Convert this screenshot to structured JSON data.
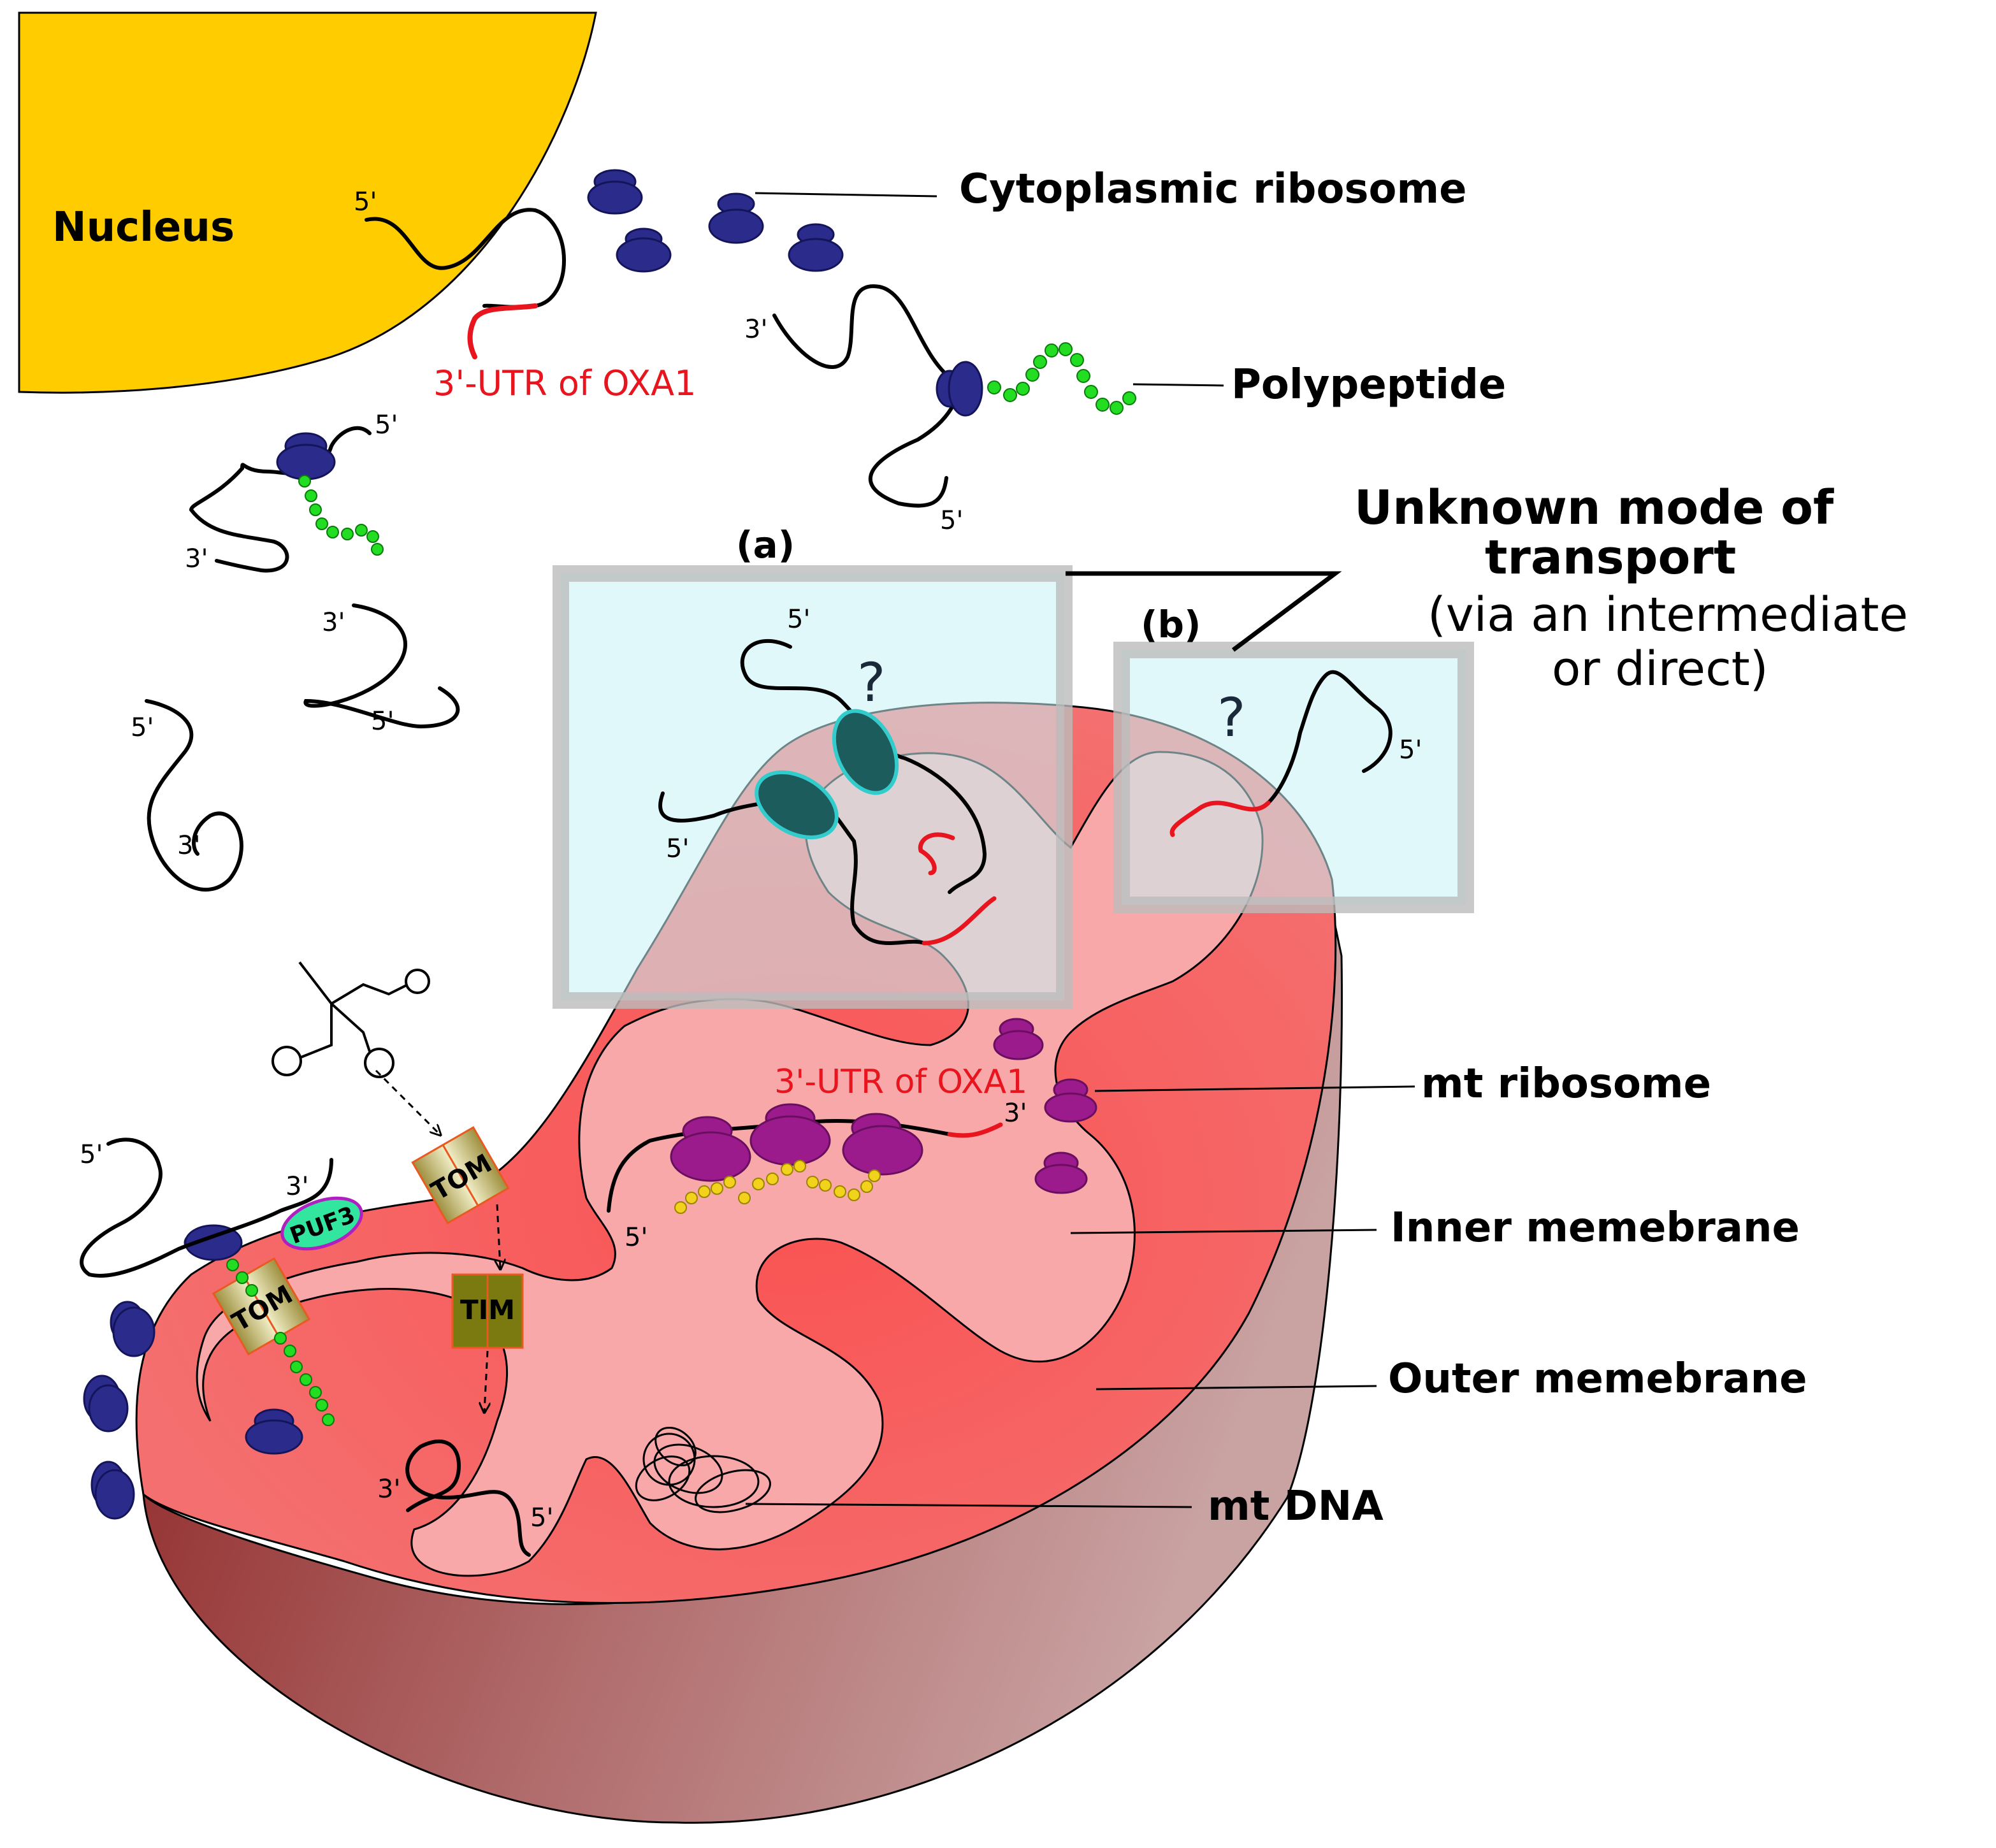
{
  "labels": {
    "nucleus": "Nucleus",
    "cytoplasmic_ribosome": "Cytoplasmic ribosome",
    "polypeptide": "Polypeptide",
    "utr_top": "3'-UTR of OXA1",
    "utr_inner": "3'-UTR of OXA1",
    "unknown_line1": "Unknown mode of",
    "unknown_line2": "transport",
    "unknown_line3": "(via an intermediate",
    "unknown_line4": "or direct)",
    "panel_a": "(a)",
    "panel_b": "(b)",
    "mt_ribosome": "mt ribosome",
    "inner_membrane": "Inner memebrane",
    "outer_membrane": "Outer memebrane",
    "mt_dna": "mt DNA",
    "tom": "TOM",
    "tim": "TIM",
    "puf3": "PUF3",
    "question": "?",
    "five_prime": "5'",
    "three_prime": "3'"
  },
  "colors": {
    "nucleus": "#FFCC00",
    "ribosome_cyto": "#2B2B8C",
    "ribosome_mt": "#9B1B8C",
    "peptide_green": "#22DD22",
    "peptide_yellow": "#F2D21B",
    "utr_red": "#E8141E",
    "outer_red": "#F06262",
    "matrix_pink": "#F8A8A8",
    "panel_blue": "#D4F6FA",
    "receptor_teal": "#1D5C5C",
    "puf3": "#33E6A0",
    "tim": "#7A7A10"
  }
}
